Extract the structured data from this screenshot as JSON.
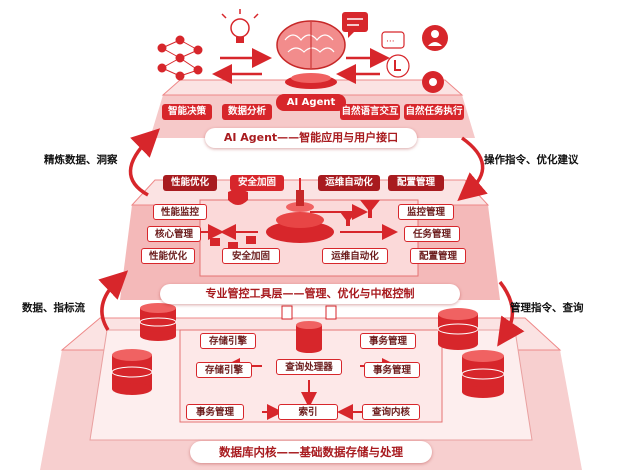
{
  "top": {
    "center": "AI Agent",
    "items": [
      "智能决策",
      "数据分析",
      "自然语言交互",
      "自然任务执行"
    ],
    "banner": "AI Agent——智能应用与用户接口"
  },
  "middle": {
    "top_labels": [
      "性能优化",
      "安全加固",
      "运维自动化",
      "配置管理"
    ],
    "left_labels": [
      "性能监控",
      "核心管理",
      "性能优化"
    ],
    "right_labels": [
      "监控管理",
      "任务管理",
      "配置管理"
    ],
    "inner_left": "安全加固",
    "inner_right": "运维自动化",
    "banner": "专业管控工具层——管理、优化与中枢控制"
  },
  "bottom": {
    "left_labels": [
      "存储引擎",
      "存储引擎"
    ],
    "right_labels": [
      "事务管理",
      "事务管理"
    ],
    "center": "查询处理器",
    "bottom_labels": [
      "事务管理",
      "索引",
      "查询内核"
    ],
    "banner": "数据库内核——基础数据存储与处理"
  },
  "side_labels": {
    "upper_left": "精炼数据、洞察",
    "upper_right": "操作指令、优化建议",
    "lower_left": "数据、指标流",
    "lower_right": "管理指令、查询"
  },
  "colors": {
    "primary": "#d7262b",
    "dark": "#a81b1f",
    "light": "#f6c9c9",
    "pale": "#fbe3e3"
  }
}
